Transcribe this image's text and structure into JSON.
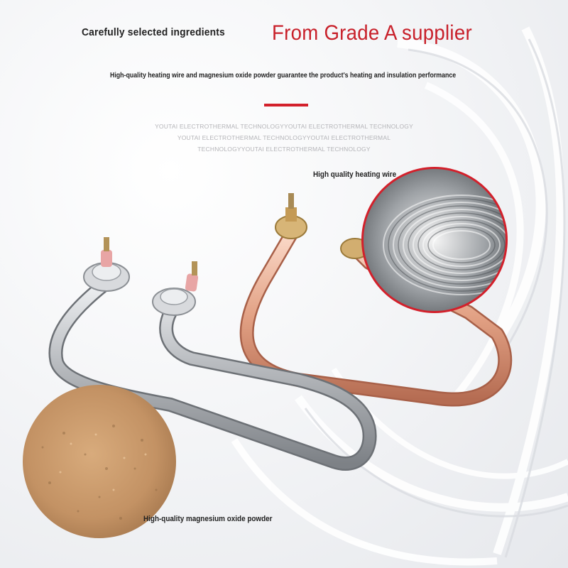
{
  "header": {
    "left_text": "Carefully selected ingredients",
    "right_text": "From Grade A supplier"
  },
  "subtitle": "High-quality heating wire and magnesium oxide powder guarantee the product's heating and insulation performance",
  "watermark": {
    "lines": [
      "YOUTAI ELECTROTHERMAL TECHNOLOGYYOUTAI ELECTROTHERMAL TECHNOLOGY",
      "YOUTAI ELECTROTHERMAL TECHNOLOGYYOUTAI ELECTROTHERMAL",
      "TECHNOLOGYYOUTAI ELECTROTHERMAL TECHNOLOGY"
    ]
  },
  "callouts": {
    "wire_label": "High quality heating wire",
    "powder_label": "High-quality magnesium oxide powder"
  },
  "colors": {
    "accent_red": "#c8202a",
    "stainless": "#b9bcc0",
    "copper": "#e2a184",
    "powder": "#c99a6a"
  }
}
